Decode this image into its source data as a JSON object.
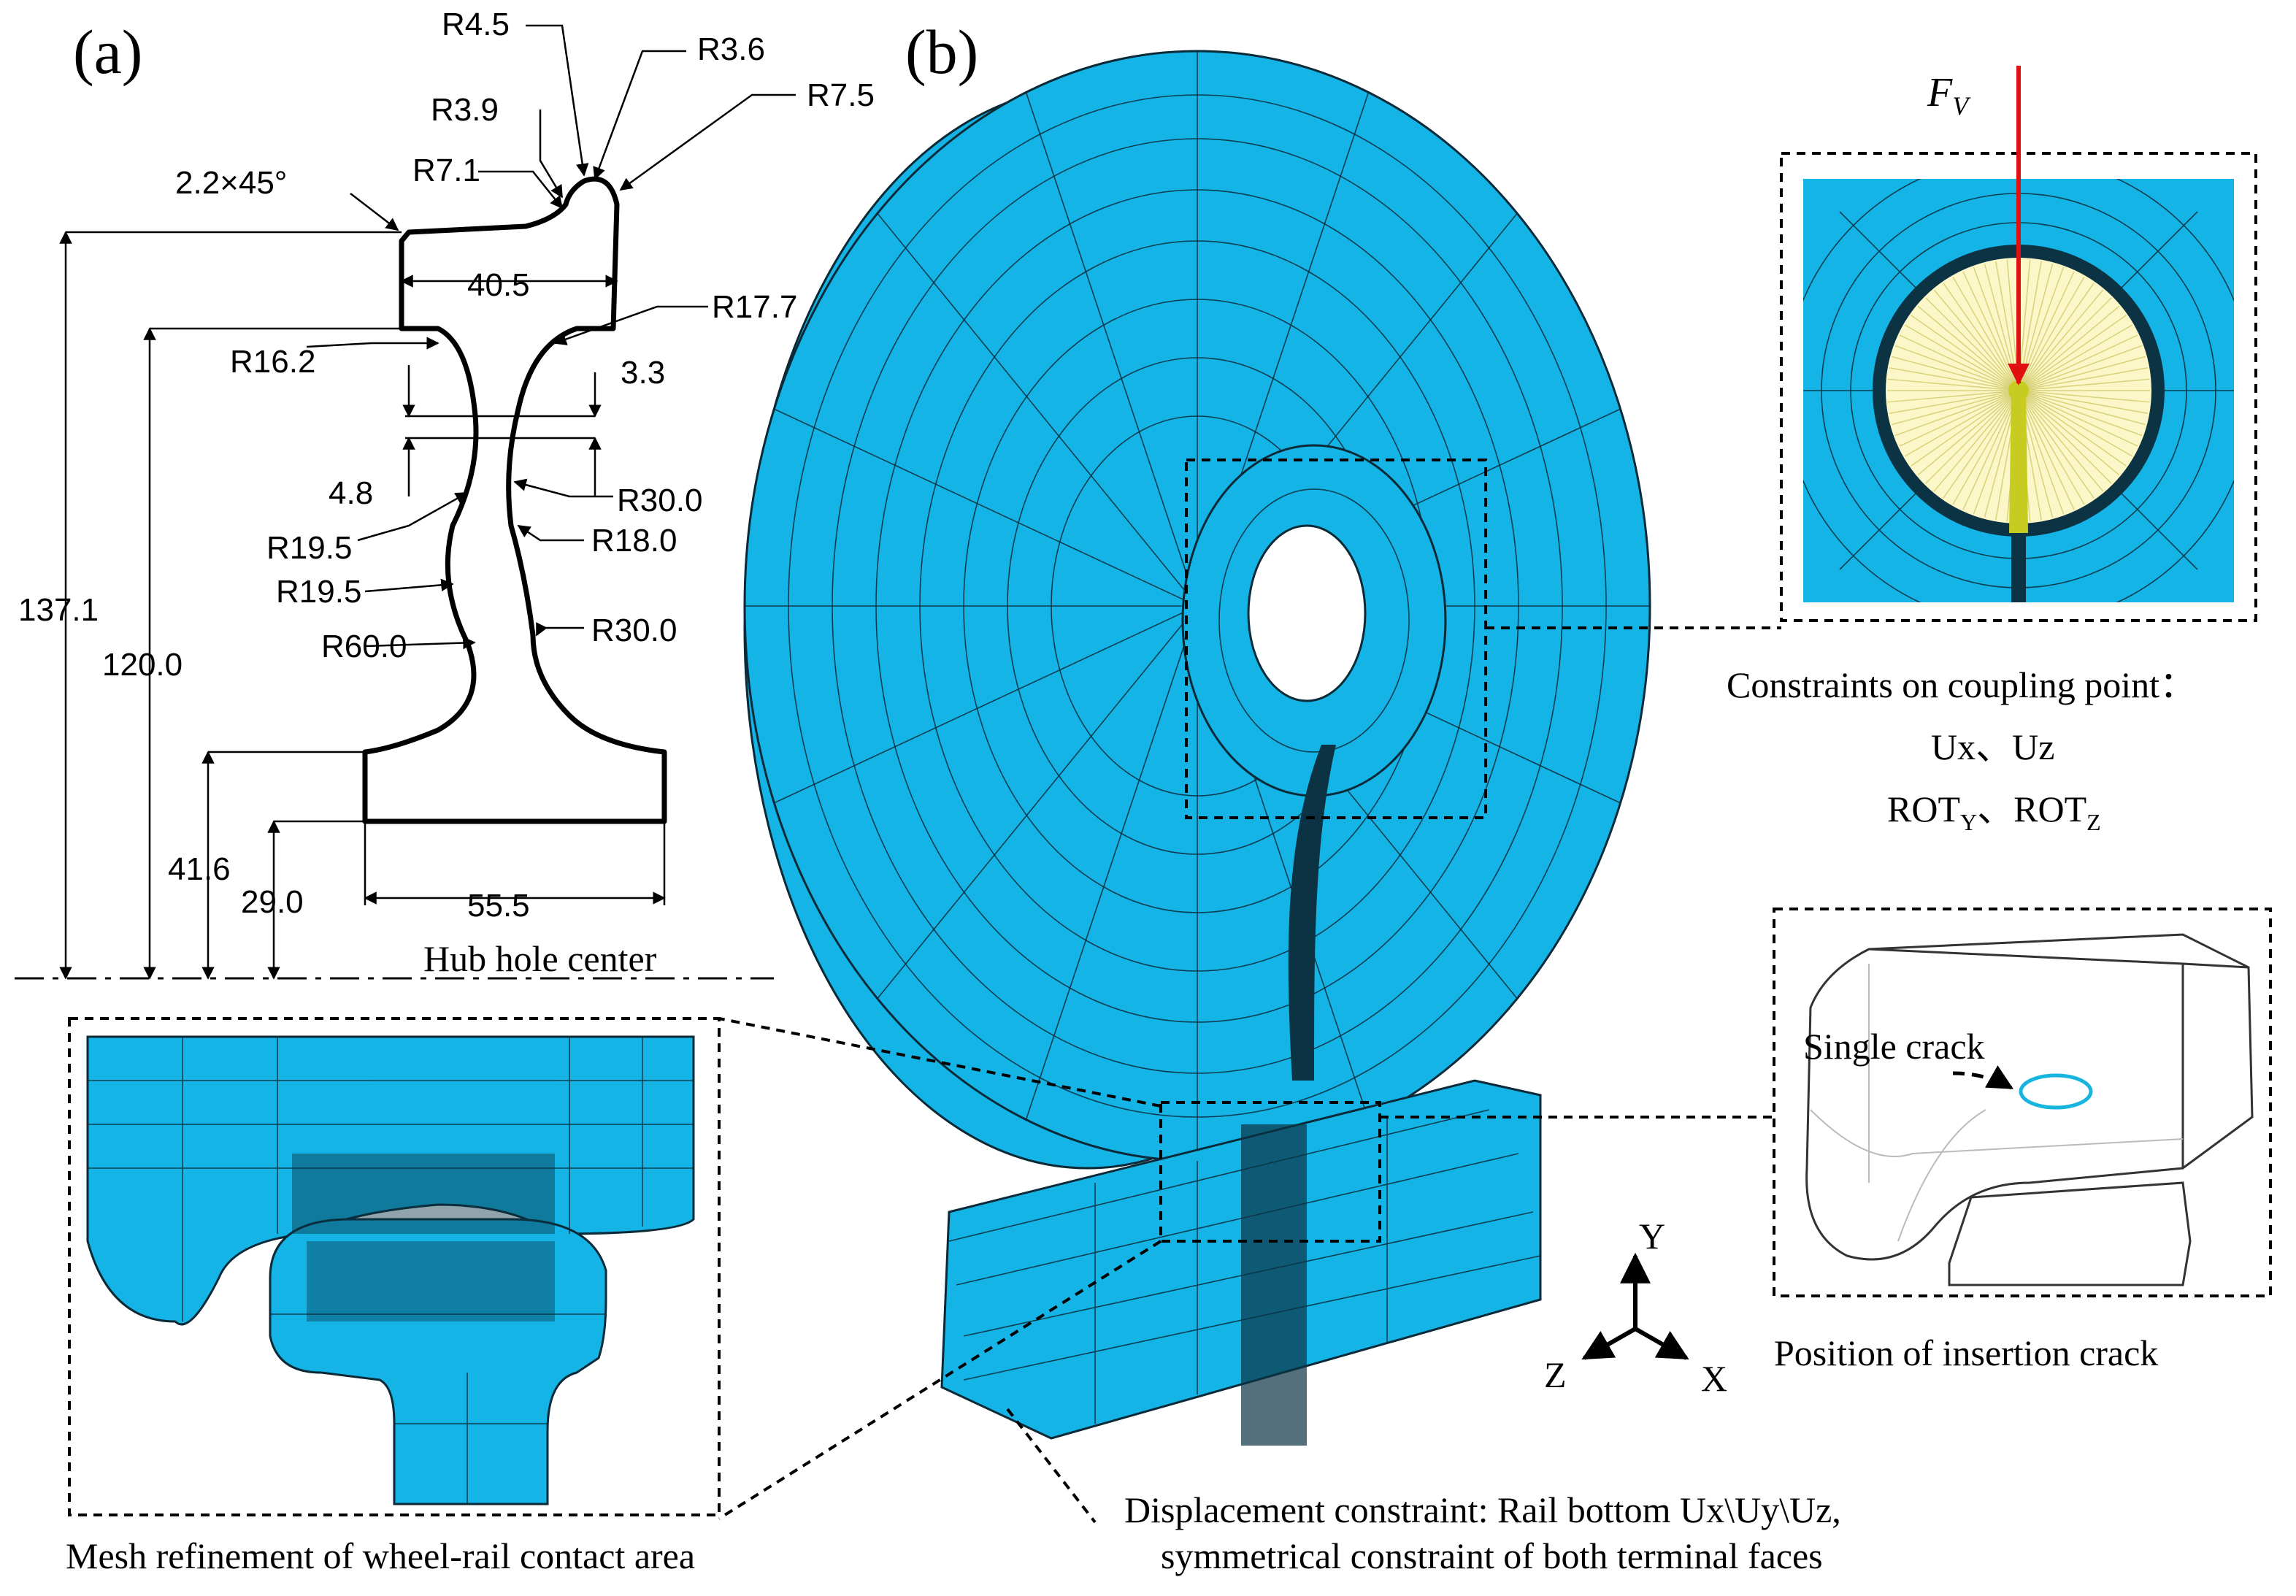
{
  "panels": {
    "a": "(a)",
    "b": "(b)"
  },
  "profile_dims": {
    "radii": [
      "R4.5",
      "R3.6",
      "R7.5",
      "R3.9",
      "R7.1",
      "R17.7",
      "R16.2",
      "R30.0",
      "R19.5",
      "R18.0",
      "R19.5",
      "R60.0",
      "R30.0"
    ],
    "chamfer": "2.2×45°",
    "widths": [
      "40.5",
      "55.5"
    ],
    "thickness": [
      "3.3",
      "4.8"
    ],
    "heights": [
      "137.1",
      "120.0",
      "41.6",
      "29.0"
    ],
    "hub_center_label": "Hub hole center"
  },
  "force_label": {
    "main": "F",
    "sub": "V"
  },
  "coupling": {
    "title": "Constraints on coupling point：",
    "line1": "Ux、Uz",
    "rot1": "ROT",
    "rot1_sub": "Y",
    "sep": "、",
    "rot2": "ROT",
    "rot2_sub": "Z"
  },
  "crack": {
    "label": "Single crack",
    "caption": "Position of insertion crack"
  },
  "axes": {
    "y": "Y",
    "z": "Z",
    "x": "X"
  },
  "captions": {
    "mesh": "Mesh refinement of wheel-rail contact area",
    "displacement_1": "Displacement constraint: Rail bottom Ux\\Uy\\Uz,",
    "displacement_2": "symmetrical constraint of both terminal faces"
  },
  "colors": {
    "mesh_fill": "#14b4e6",
    "force_arrow": "#e01010",
    "crack_ellipse": "#18b4e0"
  }
}
